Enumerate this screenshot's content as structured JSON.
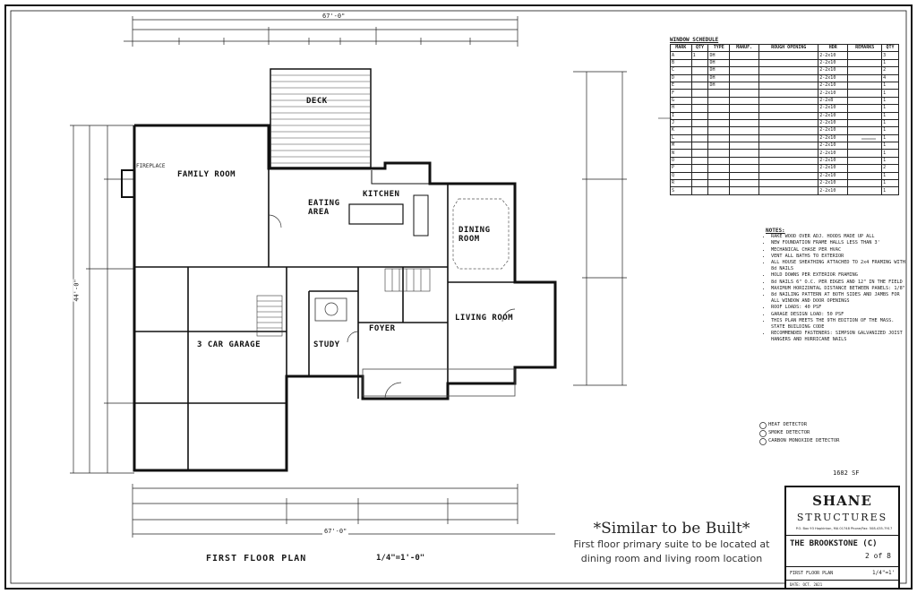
{
  "plan": {
    "title": "FIRST FLOOR PLAN",
    "scale": "1/4\"=1'-0\"",
    "area": "1682 SF"
  },
  "rooms": {
    "deck": "DECK",
    "family_room": "FAMILY ROOM",
    "eating_area": "EATING AREA",
    "kitchen": "KITCHEN",
    "dining_room": "DINING ROOM",
    "living_room": "LIVING ROOM",
    "foyer": "FOYER",
    "study": "STUDY",
    "garage": "3 CAR GARAGE",
    "fireplace": "FIREPLACE"
  },
  "dimensions": {
    "overall_width": "67'-0\"",
    "overall_depth": "44'-0\""
  },
  "window_schedule": {
    "title": "WINDOW SCHEDULE",
    "headers": [
      "MARK",
      "QTY",
      "TYPE",
      "MANUF.",
      "ROUGH OPENING",
      "HDR",
      "REMARKS",
      "QTY"
    ],
    "rows": [
      [
        "A",
        "1",
        "DH",
        "",
        "",
        "2-2x10",
        "",
        "3"
      ],
      [
        "B",
        "",
        "DH",
        "",
        "",
        "2-2x10",
        "",
        "1"
      ],
      [
        "C",
        "",
        "DH",
        "",
        "",
        "2-2x10",
        "",
        "2"
      ],
      [
        "D",
        "",
        "DH",
        "",
        "",
        "2-2x10",
        "",
        "4"
      ],
      [
        "E",
        "",
        "DH",
        "",
        "",
        "2-2x10",
        "",
        "1"
      ],
      [
        "F",
        "",
        "",
        "",
        "",
        "2-2x10",
        "",
        "1"
      ],
      [
        "G",
        "",
        "",
        "",
        "",
        "2-2x8",
        "",
        "1"
      ],
      [
        "H",
        "",
        "",
        "",
        "",
        "2-2x10",
        "",
        "1"
      ],
      [
        "I",
        "",
        "",
        "",
        "",
        "2-2x10",
        "",
        "1"
      ],
      [
        "J",
        "",
        "",
        "",
        "",
        "2-2x10",
        "",
        "1"
      ],
      [
        "K",
        "",
        "",
        "",
        "",
        "2-2x10",
        "",
        "1"
      ],
      [
        "L",
        "",
        "",
        "",
        "",
        "2-2x10",
        "",
        "1"
      ],
      [
        "M",
        "",
        "",
        "",
        "",
        "2-2x10",
        "",
        "1"
      ],
      [
        "N",
        "",
        "",
        "",
        "",
        "2-2x10",
        "",
        "1"
      ],
      [
        "O",
        "",
        "",
        "",
        "",
        "2-2x10",
        "",
        "1"
      ],
      [
        "P",
        "",
        "",
        "",
        "",
        "2-2x10",
        "",
        "2"
      ],
      [
        "Q",
        "",
        "",
        "",
        "",
        "2-2x10",
        "",
        "1"
      ],
      [
        "R",
        "",
        "",
        "",
        "",
        "2-2x10",
        "",
        "1"
      ],
      [
        "S",
        "",
        "",
        "",
        "",
        "2-2x10",
        "",
        "1"
      ]
    ]
  },
  "notes": {
    "title": "NOTES:",
    "items": [
      "RAKE WOOD OVER ADJ. HOODS MADE UP ALL",
      "NEW FOUNDATION FRAME HALLS LESS THAN 3'",
      "MECHANICAL CHASE PER HVAC",
      "VENT ALL BATHS TO EXTERIOR",
      "ALL HOUSE SHEATHING ATTACHED TO 2x4 FRAMING WITH 8d NAILS",
      "HOLD DOWNS PER EXTERIOR FRAMING",
      "8d NAILS 6\" O.C. PER EDGES AND 12\" IN THE FIELD",
      "MAXIMUM HORIZONTAL DISTANCE BETWEEN PANELS: 1/8\"",
      "8d NAILING PATTERN AT BOTH SIDES AND JAMBS FOR ALL WINDOW AND DOOR OPENINGS",
      "ROOF LOADS: 40 PSF",
      "GARAGE DESIGN LOAD: 50 PSF",
      "THIS PLAN MEETS THE 9TH EDITION OF THE MASS. STATE BUILDING CODE",
      "RECOMMENDED FASTENERS: SIMPSON GALVANIZED JOIST HANGERS AND HURRICANE NAILS"
    ]
  },
  "legend": {
    "items": [
      "HEAT DETECTOR",
      "SMOKE DETECTOR",
      "CARBON MONOXIDE DETECTOR"
    ]
  },
  "overlay": {
    "headline": "*Similar to be Built*",
    "line1": "First floor primary suite to be located at",
    "line2": "dining room and living room location"
  },
  "title_block": {
    "company_line1": "SHANE",
    "company_line2": "STRUCTURES",
    "address": "P.O. Box 93  Hopkinton, MA 01748  Phone/Fax: 508-435-7917",
    "project": "THE BROOKSTONE (C)",
    "sheet": "2 of 8",
    "drawing": "FIRST FLOOR PLAN",
    "scale": "1/4\"=1'",
    "date": "DATE: OCT. 2021"
  }
}
